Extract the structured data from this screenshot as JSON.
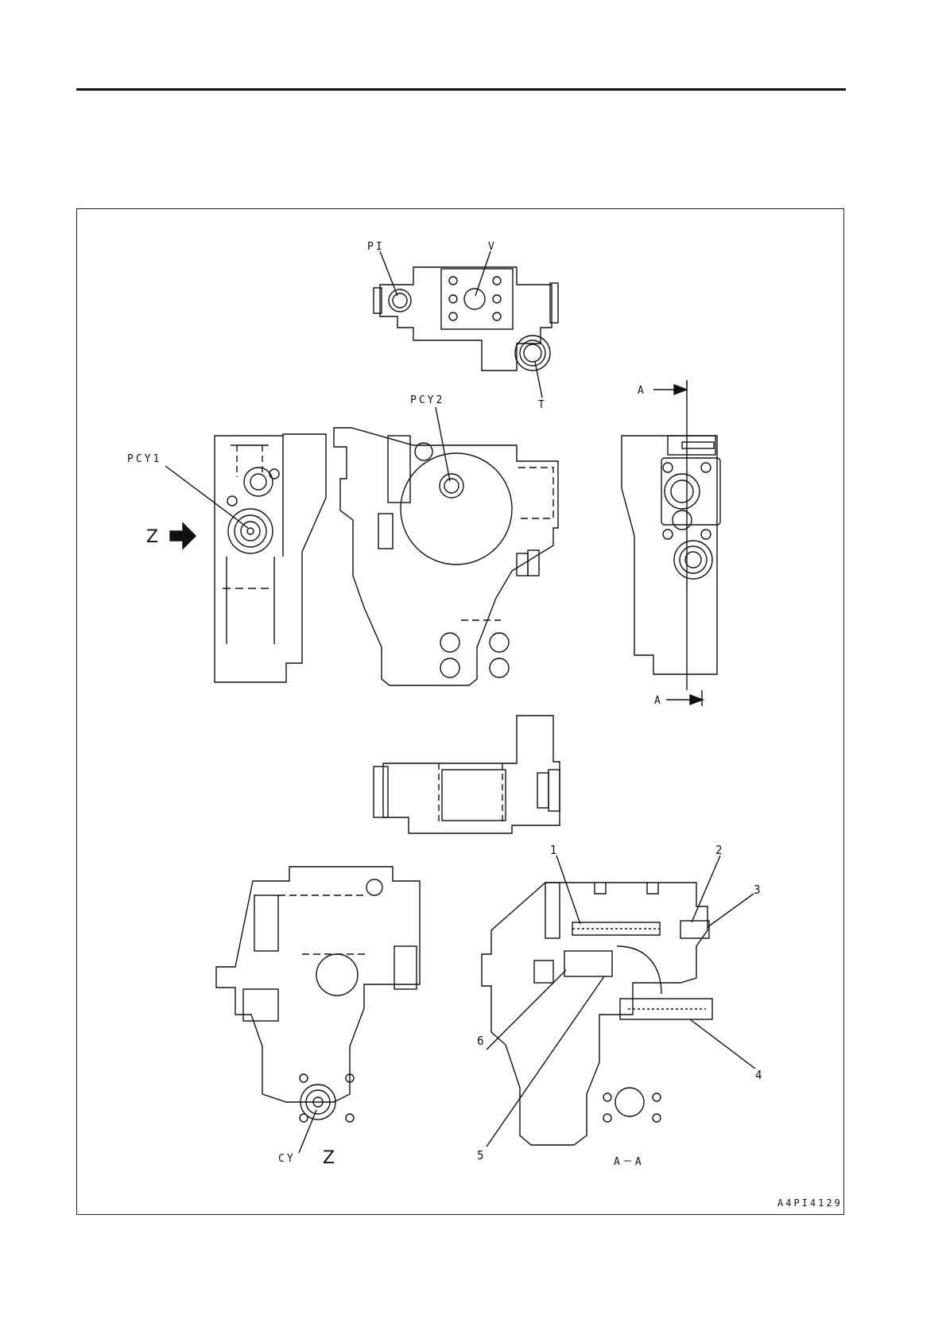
{
  "labels": {
    "pi": "PI",
    "v": "V",
    "t": "T",
    "pcy1": "PCY1",
    "pcy2": "PCY2",
    "z_arrow": "Z",
    "a_top": "A",
    "a_bottom": "A",
    "cy": "CY",
    "z_view": "Z",
    "section": "A－A",
    "callouts": [
      "1",
      "2",
      "3",
      "4",
      "5",
      "6"
    ]
  },
  "figure_id": "A4PI4129"
}
